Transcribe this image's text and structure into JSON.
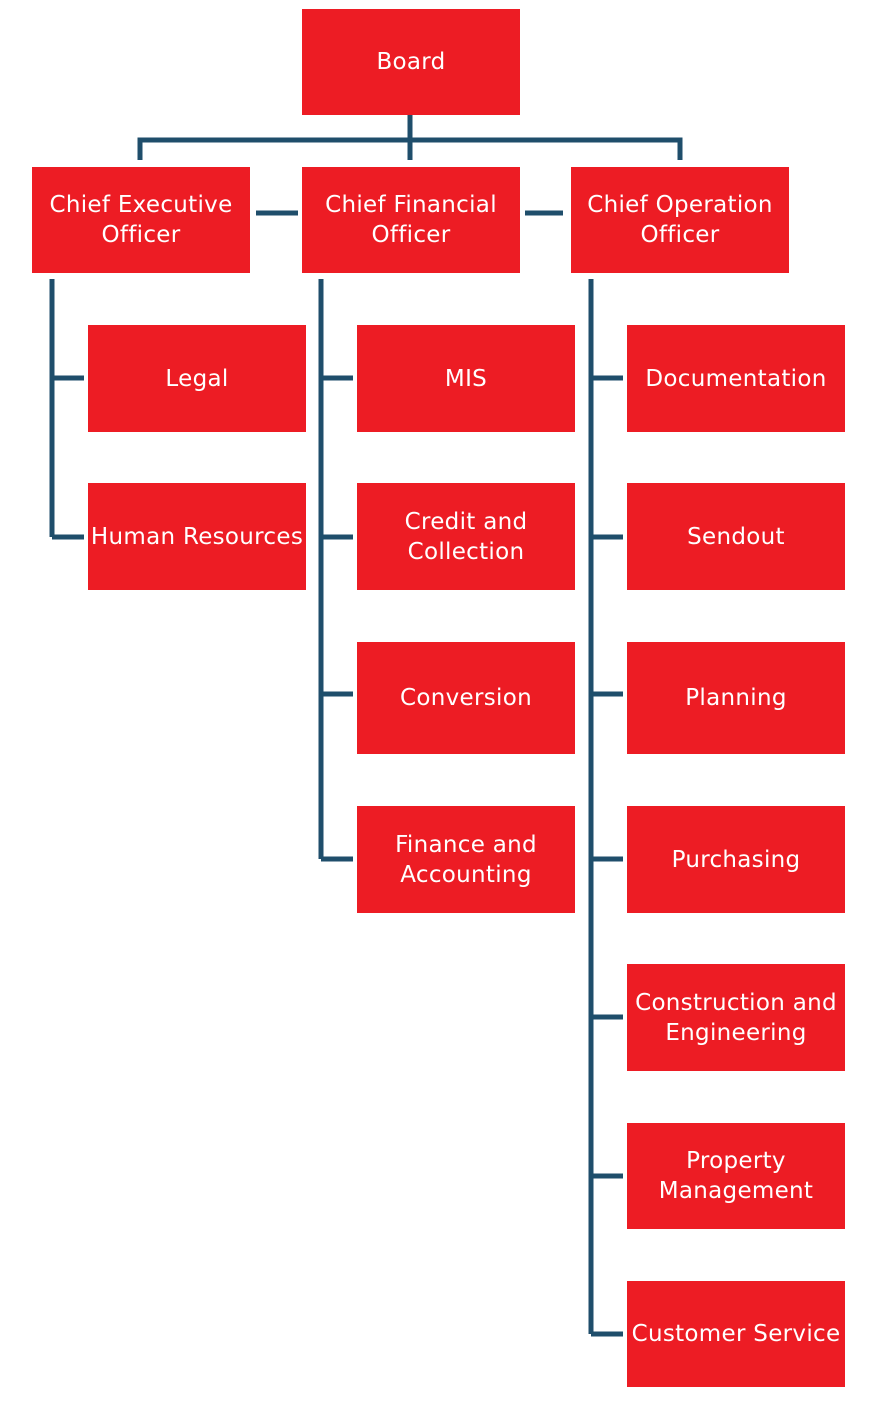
{
  "diagram": {
    "colors": {
      "node_fill": "#ED1C24",
      "node_text": "#FFFFFF",
      "connector": "#1F4E6B"
    },
    "top": {
      "label": "Board"
    },
    "executives": {
      "ceo": {
        "label": "Chief Executive Officer"
      },
      "cfo": {
        "label": "Chief Financial Officer"
      },
      "coo": {
        "label": "Chief Operation Officer"
      }
    },
    "departments": {
      "ceo": [
        "Legal",
        "Human Resources"
      ],
      "cfo": [
        "MIS",
        "Credit and Collection",
        "Conversion",
        "Finance and Accounting"
      ],
      "coo": [
        "Documentation",
        "Sendout",
        "Planning",
        "Purchasing",
        "Construction and Engineering",
        "Property Management",
        "Customer Service"
      ]
    }
  }
}
